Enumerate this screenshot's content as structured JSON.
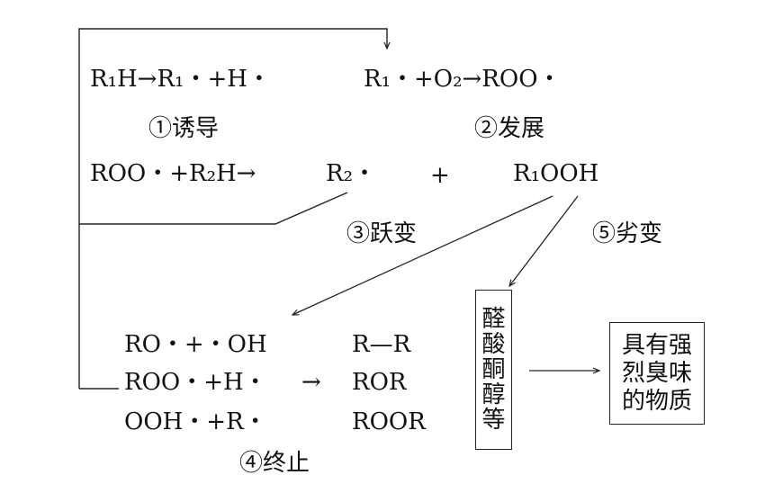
{
  "diagram": {
    "reactions": {
      "r1_left": "R₁H→R₁・+H・",
      "r2_right": "R₁・+O₂→ROO・",
      "r3_left": "ROO・+R₂H→",
      "r3_r2": "R₂・",
      "r3_plus": "+",
      "r3_r1ooh": "R₁OOH",
      "term_row1_left": "RO・+・OH",
      "term_row2_left": "ROO・+H・",
      "term_arrow": "→",
      "term_row3_left": "OOH・+R・",
      "term_row1_right": "R—R",
      "term_row2_right": "ROR",
      "term_row3_right": "ROOR"
    },
    "stages": {
      "induction": "①诱导",
      "development": "②发展",
      "transition": "③跃变",
      "termination": "④终止",
      "deterioration": "⑤劣变"
    },
    "products_box": [
      "醛",
      "酸",
      "酮",
      "醇",
      "等"
    ],
    "odor_box": [
      "具有强",
      "烈臭味",
      "的物质"
    ]
  }
}
